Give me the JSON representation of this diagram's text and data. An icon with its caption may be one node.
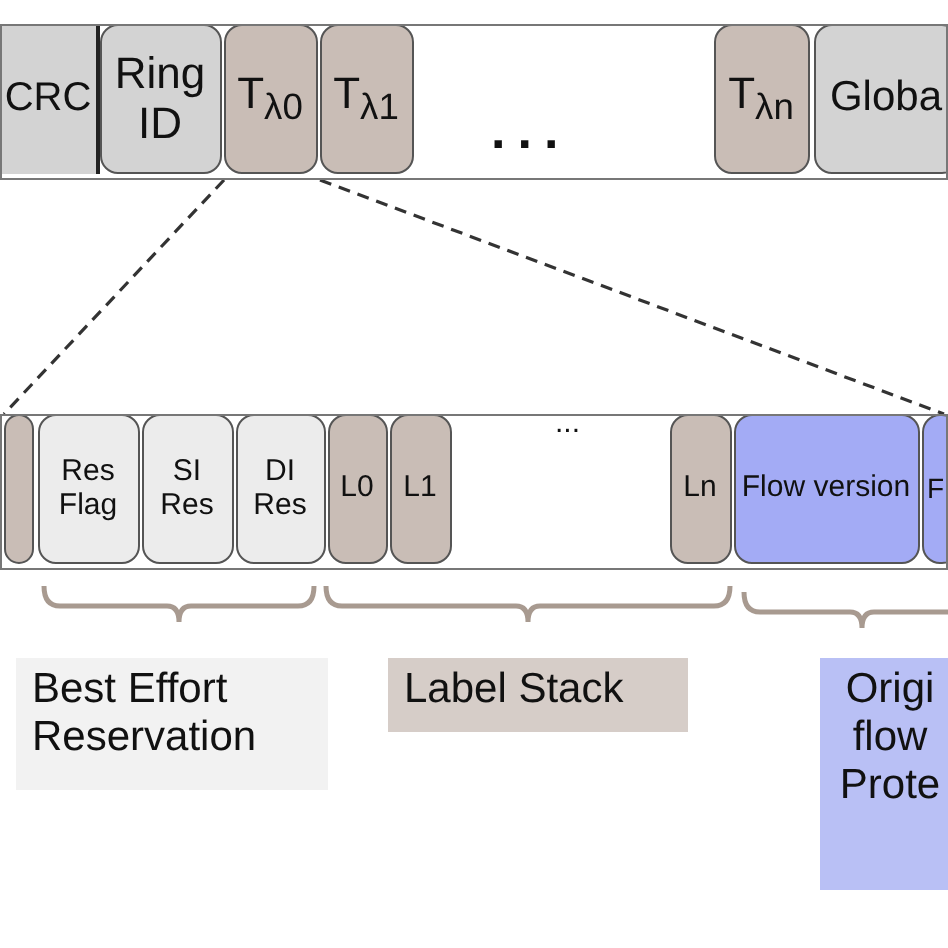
{
  "diagram": {
    "nodes": [
      {
        "text": [],
        "shape": "bar"
      },
      {
        "text": [
          "CRC"
        ],
        "in": 0
      },
      {
        "text": [
          "Ring ID"
        ],
        "in": 0
      },
      {
        "text": [
          "T$_{λ0}$"
        ],
        "in": 0
      },
      {
        "text": [
          "T$_{λ1}$"
        ],
        "in": 0
      },
      {
        "text": [
          "T$_{λn}$"
        ],
        "in": 0
      },
      {
        "text": [
          "Globa"
        ],
        "in": 0
      },
      {
        "text": [],
        "shape": "bar"
      },
      {
        "text": [],
        "shape": "box",
        "in": 7
      },
      {
        "text": [
          "Res Flag"
        ],
        "in": 7
      },
      {
        "text": [
          "SI Res"
        ],
        "in": 7
      },
      {
        "text": [
          "DI Res"
        ],
        "in": 7
      },
      {
        "text": [
          "L0"
        ],
        "in": 7
      },
      {
        "text": [
          "L1"
        ],
        "in": 7
      },
      {
        "text": [
          "Ln"
        ],
        "in": 7
      },
      {
        "text": [
          "Flow version"
        ],
        "in": 7
      },
      {
        "text": [
          "F"
        ],
        "in": 7
      },
      {
        "text": [
          "Best Effort Reservation"
        ]
      },
      {
        "text": [
          "Label Stack"
        ]
      },
      {
        "text": [
          "Origi flow Prote"
        ]
      }
    ],
    "edges": [
      {
        "from": 3,
        "to": 7,
        "arrow": "none",
        "style": "dashed"
      },
      {
        "from": 3,
        "to": 7,
        "arrow": "none",
        "style": "dashed"
      }
    ],
    "labels": [
      "...",
      "..."
    ]
  }
}
